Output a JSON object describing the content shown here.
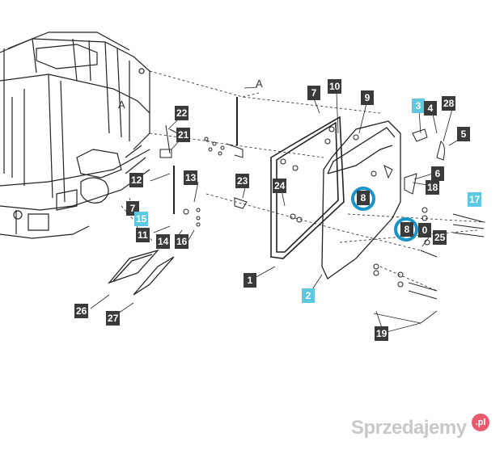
{
  "diagram": {
    "callouts": [
      {
        "text": "7",
        "style": "dark"
      },
      {
        "text": "10",
        "style": "dark"
      },
      {
        "text": "9",
        "style": "dark"
      },
      {
        "text": "3",
        "style": "cyan"
      },
      {
        "text": "4",
        "style": "dark"
      },
      {
        "text": "28",
        "style": "dark"
      },
      {
        "text": "22",
        "style": "dark"
      },
      {
        "text": "21",
        "style": "dark"
      },
      {
        "text": "5",
        "style": "dark"
      },
      {
        "text": "13",
        "style": "dark"
      },
      {
        "text": "12",
        "style": "dark"
      },
      {
        "text": "23",
        "style": "dark"
      },
      {
        "text": "24",
        "style": "dark"
      },
      {
        "text": "6",
        "style": "dark"
      },
      {
        "text": "18",
        "style": "dark"
      },
      {
        "text": "8",
        "style": "dark"
      },
      {
        "text": "17",
        "style": "cyan"
      },
      {
        "text": "7",
        "style": "dark"
      },
      {
        "text": "15",
        "style": "cyan"
      },
      {
        "text": "8",
        "style": "dark"
      },
      {
        "text": "0",
        "style": "dark"
      },
      {
        "text": "11",
        "style": "dark"
      },
      {
        "text": "14",
        "style": "dark"
      },
      {
        "text": "16",
        "style": "dark"
      },
      {
        "text": "25",
        "style": "dark"
      },
      {
        "text": "1",
        "style": "dark"
      },
      {
        "text": "2",
        "style": "cyan"
      },
      {
        "text": "26",
        "style": "dark"
      },
      {
        "text": "27",
        "style": "dark"
      },
      {
        "text": "19",
        "style": "dark"
      }
    ],
    "section_marks": [
      "A",
      "A"
    ],
    "watermark": "Sprzedajemy",
    "watermark_badge": ".pl",
    "colors": {
      "callout_dark": "#3a3a3a",
      "callout_cyan": "#5ec8e0",
      "highlight_ring": "#1a93c9",
      "line": "#222222"
    }
  }
}
